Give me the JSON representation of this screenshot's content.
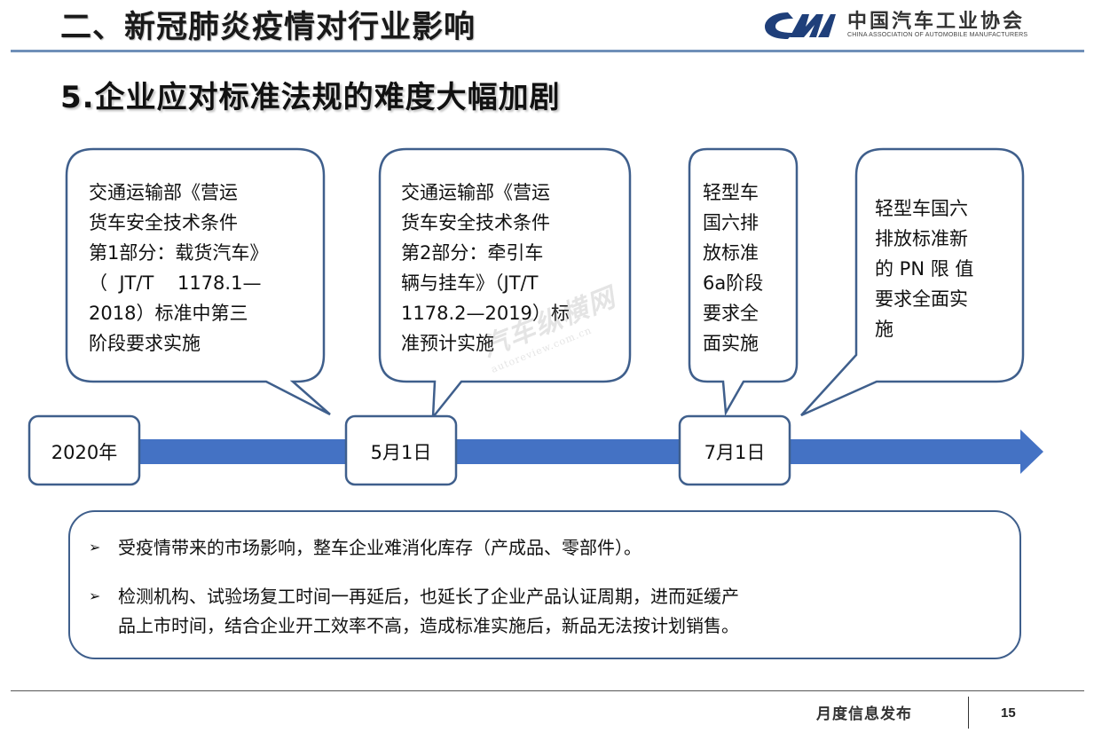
{
  "header": {
    "section": "二、新冠肺炎疫情对行业影响",
    "org_cn": "中国汽车工业协会",
    "org_en": "CHINA ASSOCIATION OF AUTOMOBILE MANUFACTURERS"
  },
  "slide_title": "5.企业应对标准法规的难度大幅加剧",
  "timeline": {
    "dates": [
      "2020年",
      "5月1日",
      "7月1日"
    ],
    "callouts": [
      {
        "lines": [
          "交通运输部《营运",
          "货车安全技术条件",
          "第1部分：载货汽车》",
          "（  JT/T    1178.1—",
          "2018）标准中第三",
          "阶段要求实施"
        ]
      },
      {
        "lines": [
          "交通运输部《营运",
          "货车安全技术条件",
          "第2部分：牵引车",
          "辆与挂车》（JT/T",
          "1178.2—2019）标",
          "准预计实施"
        ]
      },
      {
        "lines": [
          "轻型车",
          "国六排",
          "放标准",
          "6a阶段",
          "要求全",
          "面实施"
        ]
      },
      {
        "lines": [
          "轻型车国六",
          "排放标准新",
          "的 PN 限 值",
          "要求全面实",
          "施"
        ]
      }
    ]
  },
  "summary": {
    "bullets": [
      {
        "lines": [
          "受疫情带来的市场影响，整车企业难消化库存（产成品、零部件）。"
        ]
      },
      {
        "lines": [
          "检测机构、试验场复工时间一再延后，也延长了企业产品认证周期，进而延缓产",
          "品上市时间，结合企业开工效率不高，造成标准实施后，新品无法按计划销售。"
        ]
      }
    ],
    "bullet_glyph": "➢"
  },
  "watermark": {
    "cn": "汽车纵横网",
    "en": "autoreview.com.cn"
  },
  "footer": {
    "text": "月度信息发布",
    "page": "15"
  },
  "colors": {
    "accent": "#4472c4",
    "border": "#3f5f8c",
    "rule": "#6f8fb8"
  }
}
